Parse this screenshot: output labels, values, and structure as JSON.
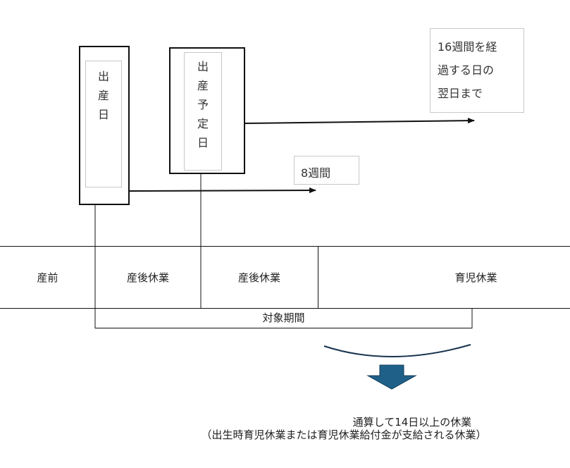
{
  "diagram": {
    "birth_date_box": {
      "chars": [
        "出",
        "産",
        "日"
      ]
    },
    "due_date_box": {
      "chars": [
        "出",
        "産",
        "予",
        "定",
        "日"
      ]
    },
    "label_8weeks": "8週間",
    "label_16weeks": {
      "lines": [
        "16週間を経",
        "過する日の",
        "翌日まで"
      ]
    },
    "timeline": {
      "cells": [
        {
          "label": "産前"
        },
        {
          "label": "産後休業"
        },
        {
          "label": "産後休業"
        },
        {
          "label": "育児休業"
        }
      ]
    },
    "bracket_label": "対象期間",
    "conclusion": {
      "line1": "通算して14日以上の休業",
      "line2": "（出生時育児休業または育児休業給付金が支給される休業）"
    },
    "colors": {
      "down_arrow_fill": "#1f6088",
      "down_arrow_stroke": "#123d5a",
      "curve_stroke": "#17334d"
    }
  }
}
